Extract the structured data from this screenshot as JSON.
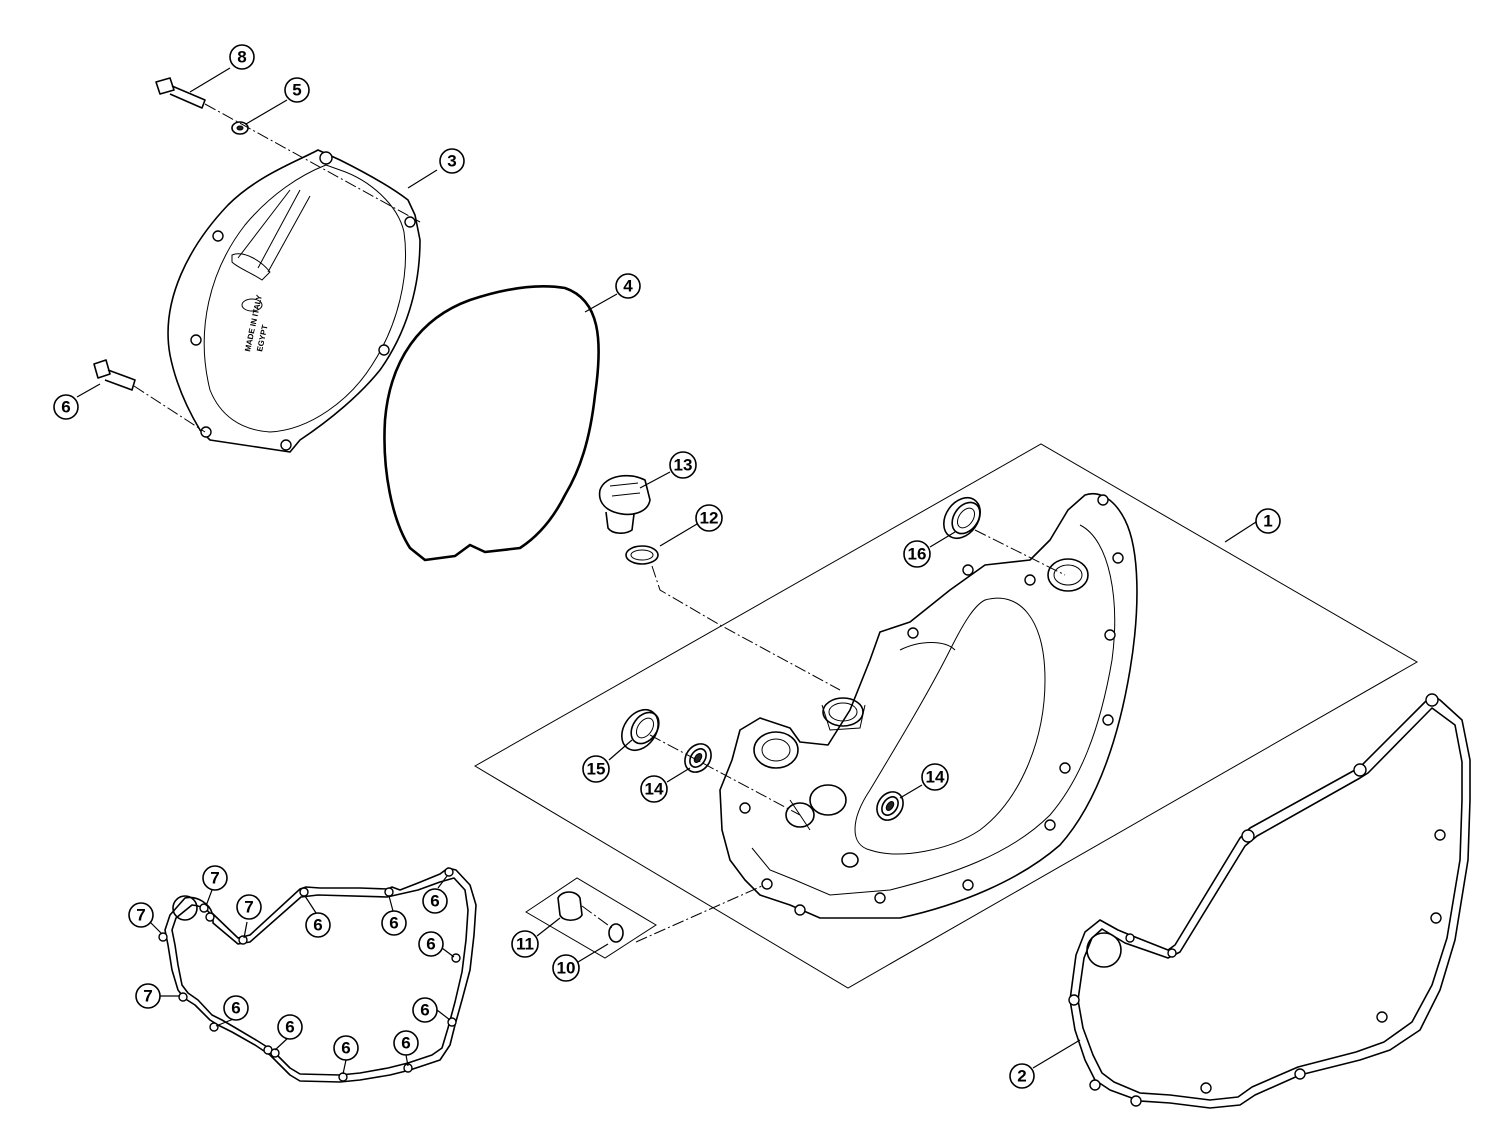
{
  "colors": {
    "line": "#000000",
    "background": "#ffffff"
  },
  "cover_logo_text": [
    "MADE IN ITALY",
    "EGYPT"
  ],
  "callouts": [
    {
      "label": "1"
    },
    {
      "label": "2"
    },
    {
      "label": "3"
    },
    {
      "label": "4"
    },
    {
      "label": "5"
    },
    {
      "label": "6"
    },
    {
      "label": "6"
    },
    {
      "label": "6"
    },
    {
      "label": "6"
    },
    {
      "label": "6"
    },
    {
      "label": "6"
    },
    {
      "label": "6"
    },
    {
      "label": "6"
    },
    {
      "label": "6"
    },
    {
      "label": "6"
    },
    {
      "label": "7"
    },
    {
      "label": "7"
    },
    {
      "label": "7"
    },
    {
      "label": "7"
    },
    {
      "label": "8"
    },
    {
      "label": "10"
    },
    {
      "label": "11"
    },
    {
      "label": "12"
    },
    {
      "label": "13"
    },
    {
      "label": "14"
    },
    {
      "label": "14"
    },
    {
      "label": "15"
    },
    {
      "label": "16"
    }
  ]
}
